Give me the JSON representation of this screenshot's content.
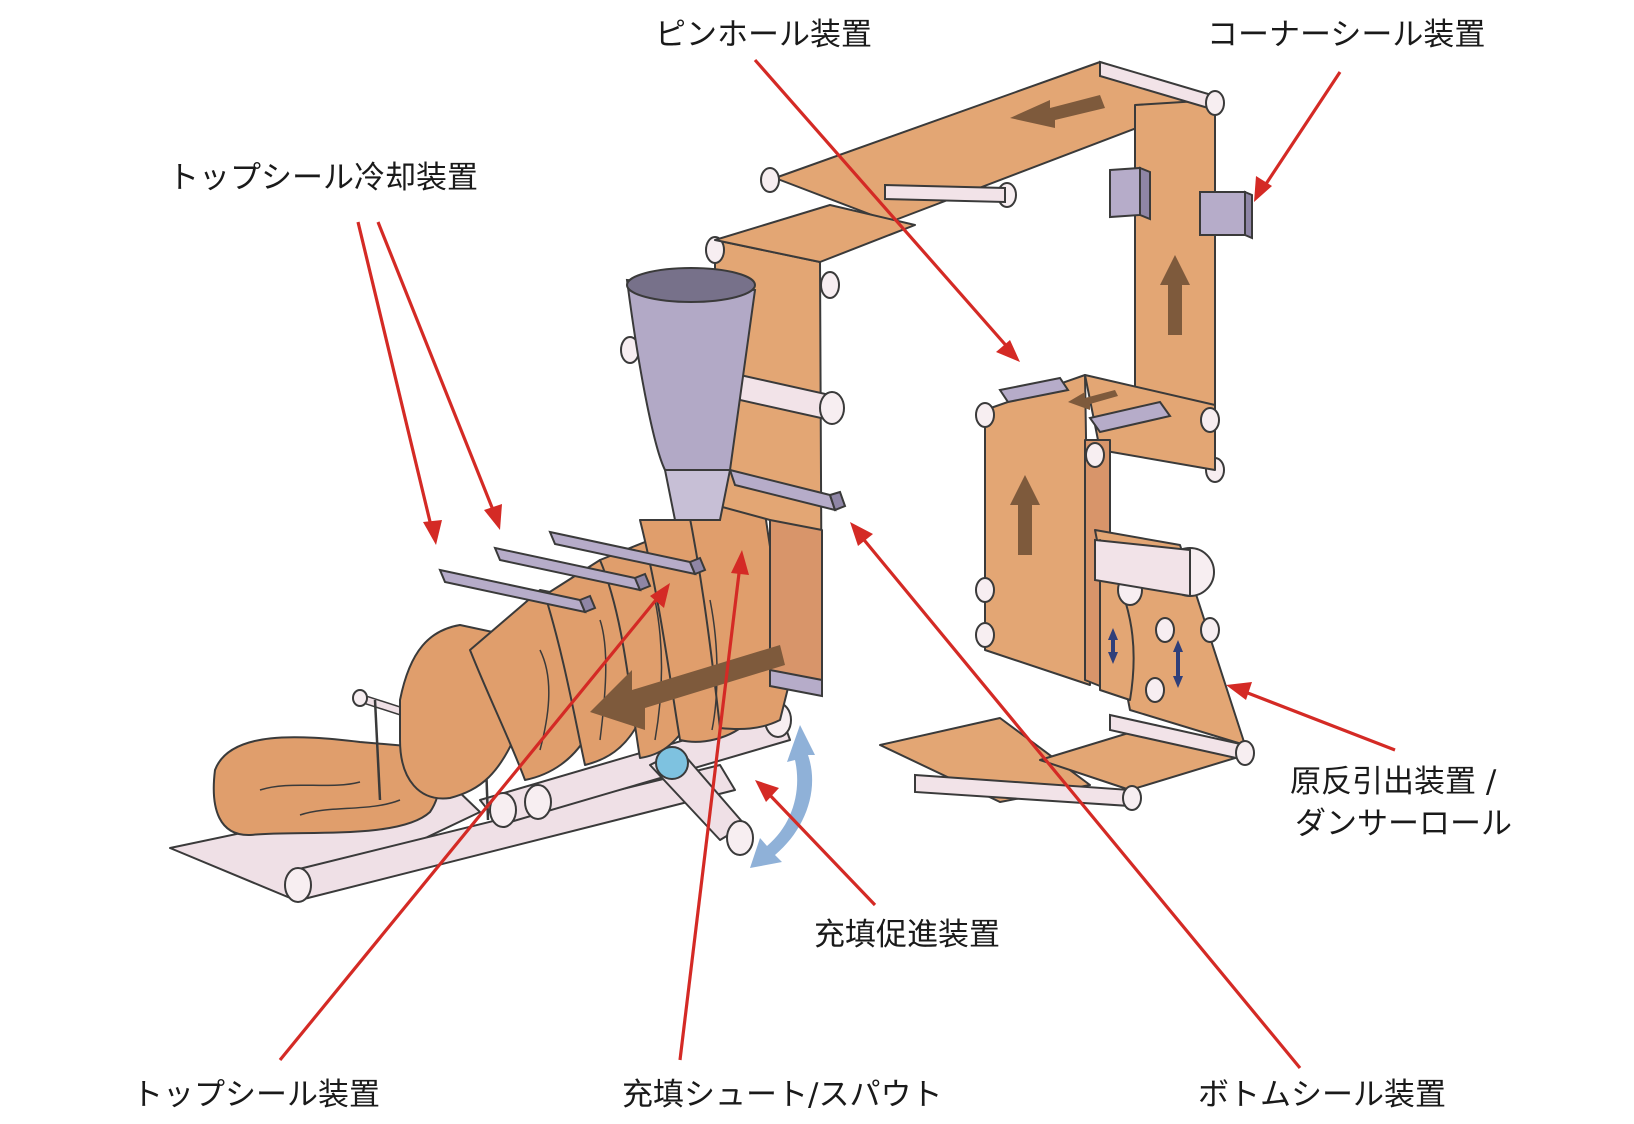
{
  "labels": {
    "pinhole": "ピンホール装置",
    "corner_seal": "コーナーシール装置",
    "top_seal_cooling": "トップシール冷却装置",
    "film_unwind_line1": "原反引出装置 /",
    "film_unwind_line2": "ダンサーロール",
    "fill_promote": "充填促進装置",
    "top_seal": "トップシール装置",
    "fill_chute": "充填シュート/スパウト",
    "bottom_seal": "ボトムシール装置"
  },
  "colors": {
    "film": "#e3a674",
    "seal_bar": "#b6acc9",
    "leader_line": "#d42a25",
    "flow_arrow": "#7e5a3c",
    "swing_arrow": "#8fb1d8"
  }
}
